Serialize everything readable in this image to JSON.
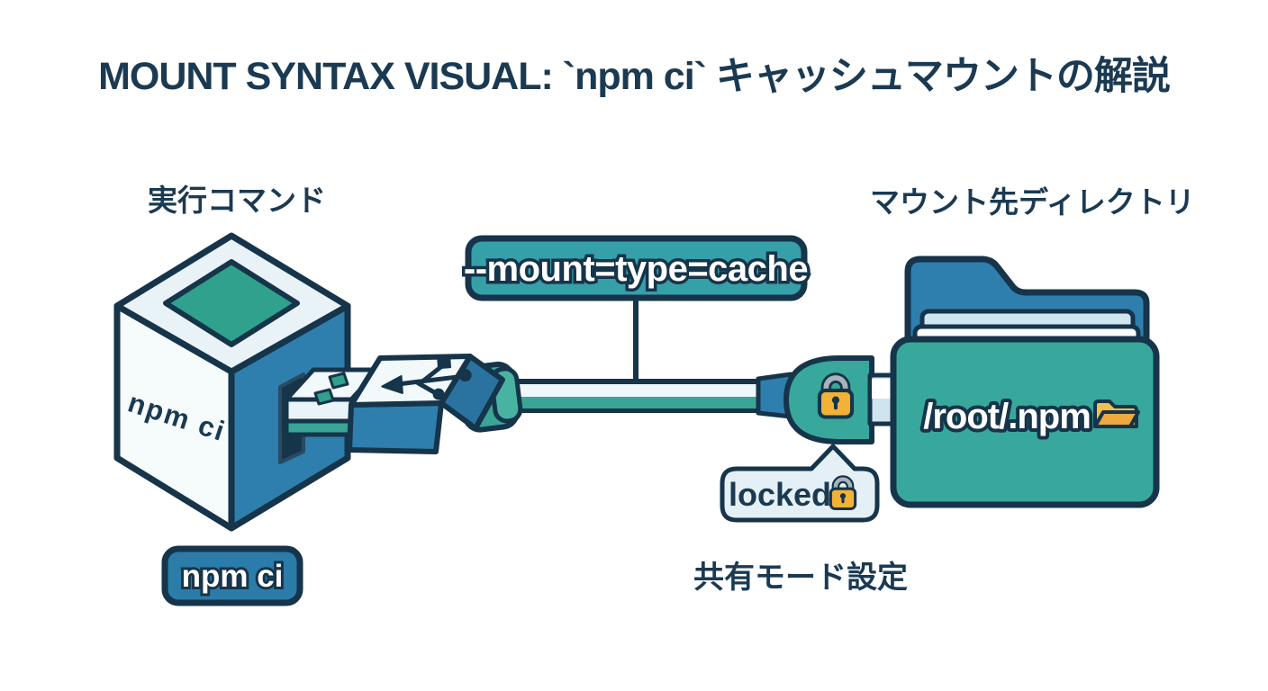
{
  "title": "MOUNT SYNTAX VISUAL: `npm ci` キャッシュマウントの解説",
  "labels": {
    "command_label": "実行コマンド",
    "mount_target_label": "マウント先ディレクトリ",
    "share_mode_label": "共有モード設定"
  },
  "badges": {
    "mount_flag": "--mount=type=cache",
    "command": "npm ci"
  },
  "cube": {
    "label": "npm ci"
  },
  "folder": {
    "path": "/root/.npm"
  },
  "tooltip": {
    "label": "locked"
  },
  "icons": {
    "usb": "usb-trident-icon",
    "lock": "padlock-icon",
    "open_folder": "open-folder-icon"
  },
  "colors": {
    "navy_outline": "#16344a",
    "navy_text": "#1b3a52",
    "teal_badge": "#36a0a9",
    "teal_folder": "#38a89c",
    "teal_cable": "#3aa596",
    "blue": "#2e7fad",
    "blue_badge": "#2b7ca9",
    "diamond_teal": "#2fa18c",
    "paper_blue": "#cde6ef",
    "tooltip_bg": "#e4f0f5",
    "lock_orange": "#f2b238",
    "shackle_grey": "#a7b4bb",
    "folder_glyph_orange": "#efa93f"
  }
}
